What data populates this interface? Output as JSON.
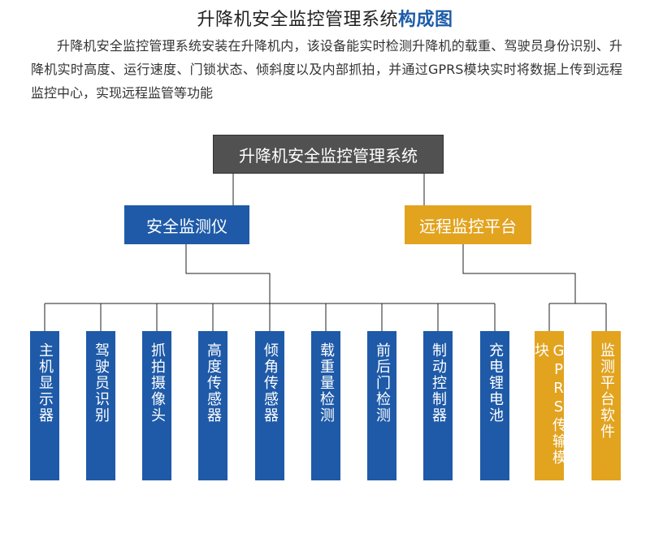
{
  "header": {
    "title_main": "升降机安全监控管理系统",
    "title_highlight": "构成图",
    "description": "升降机安全监控管理系统安装在升降机内，该设备能实时检测升降机的载重、驾驶员身份识别、升降机实时高度、运行速度、门锁状态、倾斜度以及内部抓拍，并通过GPRS模块实时将数据上传到远程监控中心，实现远程监管等功能"
  },
  "diagram": {
    "root": "升降机安全监控管理系统",
    "left_branch": {
      "label": "安全监测仪",
      "color": "#1e5aa8",
      "children": [
        "主机显示器",
        "驾驶员识别",
        "抓拍摄像头",
        "高度传感器",
        "倾角传感器",
        "载重量检测",
        "前后门检测",
        "制动控制器",
        "充电锂电池"
      ]
    },
    "right_branch": {
      "label": "远程监控平台",
      "color": "#e2a31f",
      "children": [
        "GPRS传输模块",
        "监测平台软件"
      ]
    },
    "root_color": "#515151",
    "line_color": "#222222"
  }
}
